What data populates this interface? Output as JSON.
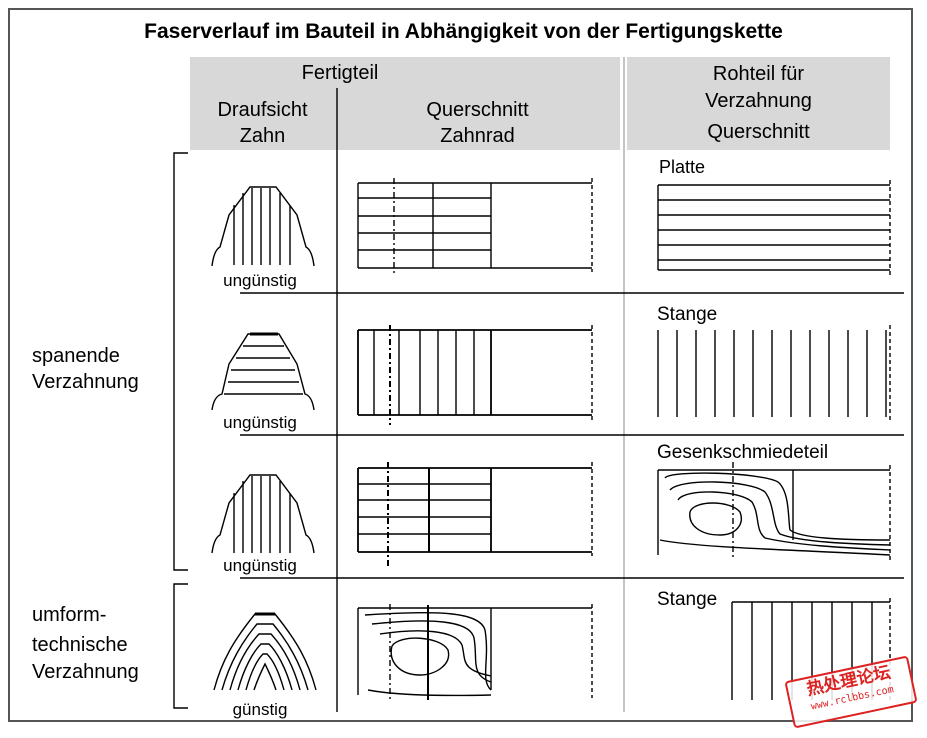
{
  "title": "Faserverlauf im Bauteil in Abhängigkeit von der Fertigungskette",
  "header": {
    "fertigteil": "Fertigteil",
    "draufsicht_line1": "Draufsicht",
    "draufsicht_line2": "Zahn",
    "querschnitt_line1": "Querschnitt",
    "querschnitt_line2": "Zahnrad",
    "rohteil_line1": "Rohteil für",
    "rohteil_line2": "Verzahnung",
    "rohteil_line3": "Querschnitt"
  },
  "groups": {
    "spanend_line1": "spanende",
    "spanend_line2": "Verzahnung",
    "umform_line1": "umform-",
    "umform_line2": "technische",
    "umform_line3": "Verzahnung"
  },
  "rows": [
    {
      "rating": "ungünstig",
      "rohteil": "Platte"
    },
    {
      "rating": "ungünstig",
      "rohteil": "Stange"
    },
    {
      "rating": "ungünstig",
      "rohteil": "Gesenkschmiedeteil"
    },
    {
      "rating": "günstig",
      "rohteil": "Stange"
    }
  ],
  "watermark": {
    "main": "热处理论坛",
    "sub": "www.rclbbs.com",
    "color": "#dd2222"
  }
}
